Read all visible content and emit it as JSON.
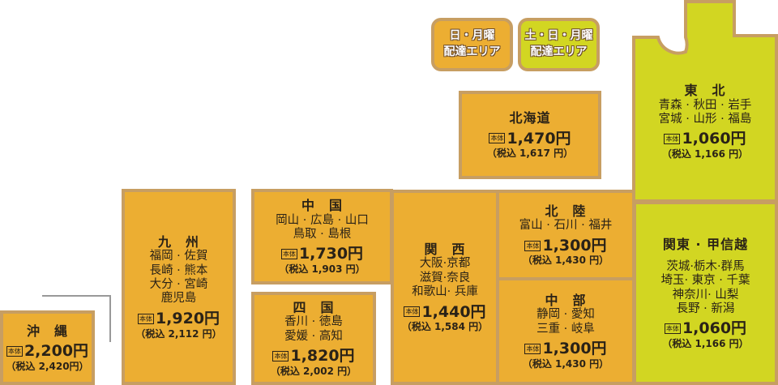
{
  "badge_label": "本体",
  "colors": {
    "weekday": "#ecae32",
    "weekend": "#d2d622",
    "border": "#c79e62"
  },
  "legend": [
    {
      "line1": "日・月曜",
      "line2": "配達エリア"
    },
    {
      "line1": "土・日・月曜",
      "line2": "配達エリア"
    }
  ],
  "regions": {
    "okinawa": {
      "name": "沖　縄",
      "prefs": [],
      "price": "2,200円",
      "tax": "（税込 2,420円）"
    },
    "kyushu": {
      "name": "九　州",
      "prefs": [
        "福岡 · 佐賀",
        "長崎 · 熊本",
        "大分 · 宮崎",
        "鹿児島"
      ],
      "price": "1,920円",
      "tax": "（税込 2,112 円）"
    },
    "chugoku": {
      "name": "中　国",
      "prefs": [
        "岡山 · 広島 · 山口",
        "鳥取 · 島根"
      ],
      "price": "1,730円",
      "tax": "（税込 1,903 円）"
    },
    "shikoku": {
      "name": "四　国",
      "prefs": [
        "香川 · 徳島",
        "愛媛 · 高知"
      ],
      "price": "1,820円",
      "tax": "（税込 2,002 円）"
    },
    "kansai": {
      "name": "関　西",
      "prefs": [
        "大阪·京都",
        "滋賀·奈良",
        "和歌山· 兵庫"
      ],
      "price": "1,440円",
      "tax": "（税込 1,584 円）"
    },
    "hokuriku": {
      "name": "北　陸",
      "prefs": [
        "富山 · 石川 · 福井"
      ],
      "price": "1,300円",
      "tax": "（税込 1,430 円）"
    },
    "chubu": {
      "name": "中　部",
      "prefs": [
        "静岡 · 愛知",
        "三重 · 岐阜"
      ],
      "price": "1,300円",
      "tax": "（税込 1,430 円）"
    },
    "kanto": {
      "name": "関東 · 甲信越",
      "prefs": [
        "茨城·栃木·群馬",
        "埼玉· 東京 · 千葉",
        "神奈川· 山梨",
        "長野 · 新潟"
      ],
      "price": "1,060円",
      "tax": "（税込 1,166 円）"
    },
    "hokkaido": {
      "name": "北海道",
      "prefs": [],
      "price": "1,470円",
      "tax": "（税込 1,617 円）"
    },
    "tohoku": {
      "name": "東　北",
      "prefs": [
        "青森 · 秋田 · 岩手",
        "宮城 · 山形 · 福島"
      ],
      "price": "1,060円",
      "tax": "（税込 1,166 円）"
    }
  }
}
